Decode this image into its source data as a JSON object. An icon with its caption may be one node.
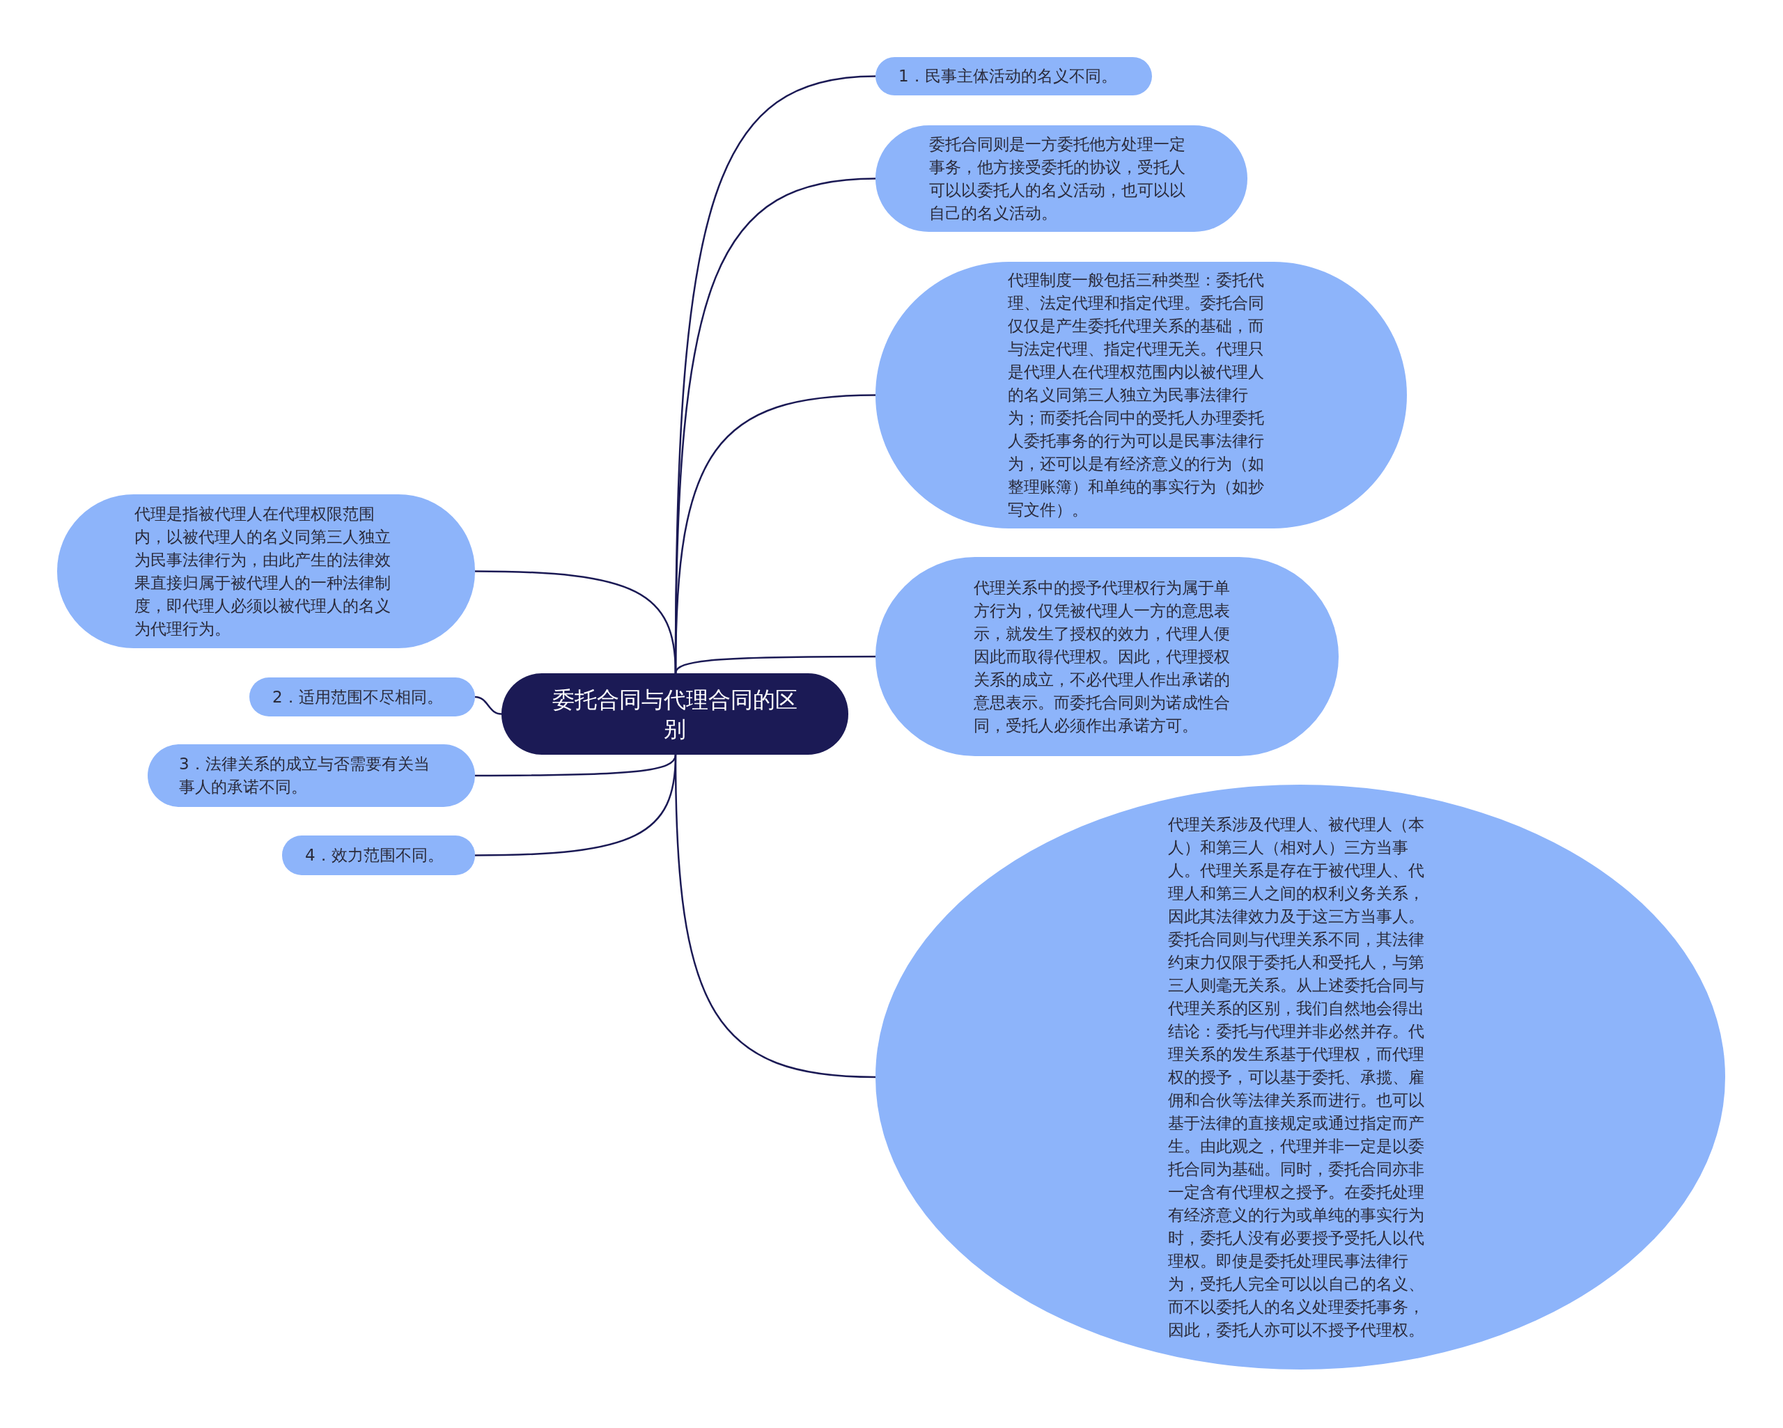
{
  "diagram": {
    "nodes": [
      {
        "text": [
          "委托合同与代理合同的区别"
        ]
      },
      {
        "text": [
          "1．民事主体活动的名义不同。"
        ]
      },
      {
        "text": [
          "委托合同则是一方委托他方处理一定事务，他方接受委托的协议，受托人可以以委托人的名义活动，也可以以自己的名义活动。"
        ]
      },
      {
        "text": [
          "代理制度一般包括三种类型：委托代理、法定代理和指定代理。委托合同仅仅是产生委托代理关系的基础，而与法定代理、指定代理无关。代理只是代理人在代理权范围内以被代理人的名义同第三人独立为民事法律行为；而委托合同中的受托人办理委托人委托事务的行为可以是民事法律行为，还可以是有经济意义的行为（如整理账簿）和单纯的事实行为（如抄写文件）。"
        ]
      },
      {
        "text": [
          "代理关系中的授予代理权行为属于单方行为，仅凭被代理人一方的意思表示，就发生了授权的效力，代理人便因此而取得代理权。因此，代理授权关系的成立，不必代理人作出承诺的意思表示。而委托合同则为诺成性合同，受托人必须作出承诺方可。"
        ]
      },
      {
        "text": [
          "代理关系涉及代理人、被代理人（本人）和第三人（相对人）三方当事人。代理关系是存在于被代理人、代理人和第三人之间的权利义务关系，因此其法律效力及于这三方当事人。委托合同则与代理关系不同，其法律约束力仅限于委托人和受托人，与第三人则毫无关系。从上述委托合同与代理关系的区别，我们自然地会得出结论：委托与代理并非必然并存。代理关系的发生系基于代理权，而代理权的授予，可以基于委托、承揽、雇佣和合伙等法律关系而进行。也可以基于法律的直接规定或通过指定而产生。由此观之，代理并非一定是以委托合同为基础。同时，委托合同亦非一定含有代理权之授予。在委托处理有经济意义的行为或单纯的事实行为时，委托人没有必要授予受托人以代理权。即使是委托处理民事法律行为，受托人完全可以以自己的名义、而不以委托人的名义处理委托事务，因此，委托人亦可以不授予代理权。"
        ]
      },
      {
        "text": [
          "代理是指被代理人在代理权限范围内，以被代理人的名义同第三人独立为民事法律行为，由此产生的法律效果直接归属于被代理人的一种法律制度，即代理人必须以被代理人的名义为代理行为。"
        ]
      },
      {
        "text": [
          "2．适用范围不尽相同。"
        ]
      },
      {
        "text": [
          "3．法律关系的成立与否需要有关当事人的承诺不同。"
        ]
      },
      {
        "text": [
          "4．效力范围不同。"
        ]
      }
    ],
    "edges": [
      {
        "from": 0,
        "to": 1,
        "arrow": "none"
      },
      {
        "from": 0,
        "to": 2,
        "arrow": "none"
      },
      {
        "from": 0,
        "to": 3,
        "arrow": "none"
      },
      {
        "from": 0,
        "to": 4,
        "arrow": "none"
      },
      {
        "from": 0,
        "to": 5,
        "arrow": "none"
      },
      {
        "from": 0,
        "to": 6,
        "arrow": "none"
      },
      {
        "from": 0,
        "to": 7,
        "arrow": "none"
      },
      {
        "from": 0,
        "to": 8,
        "arrow": "none"
      },
      {
        "from": 0,
        "to": 9,
        "arrow": "none"
      }
    ]
  }
}
